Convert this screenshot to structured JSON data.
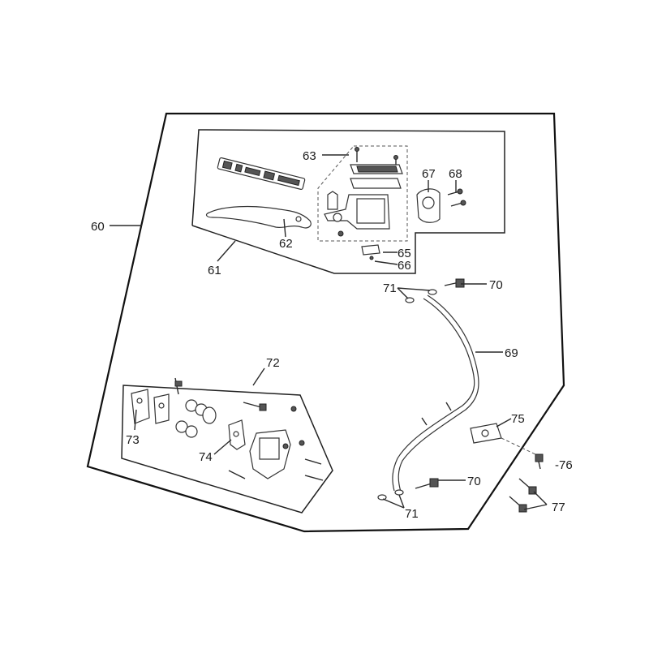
{
  "callouts": {
    "c60": "60",
    "c61": "61",
    "c62": "62",
    "c63": "63",
    "c65": "65",
    "c66": "66",
    "c67": "67",
    "c68": "68",
    "c69": "69",
    "c70a": "70",
    "c70b": "70",
    "c71a": "71",
    "c71b": "71",
    "c72": "72",
    "c73": "73",
    "c74": "74",
    "c75": "75",
    "c76": "-76",
    "c77": "77"
  },
  "colors": {
    "line": "#2a2a2a",
    "frame": "#111111",
    "background": "#ffffff"
  }
}
